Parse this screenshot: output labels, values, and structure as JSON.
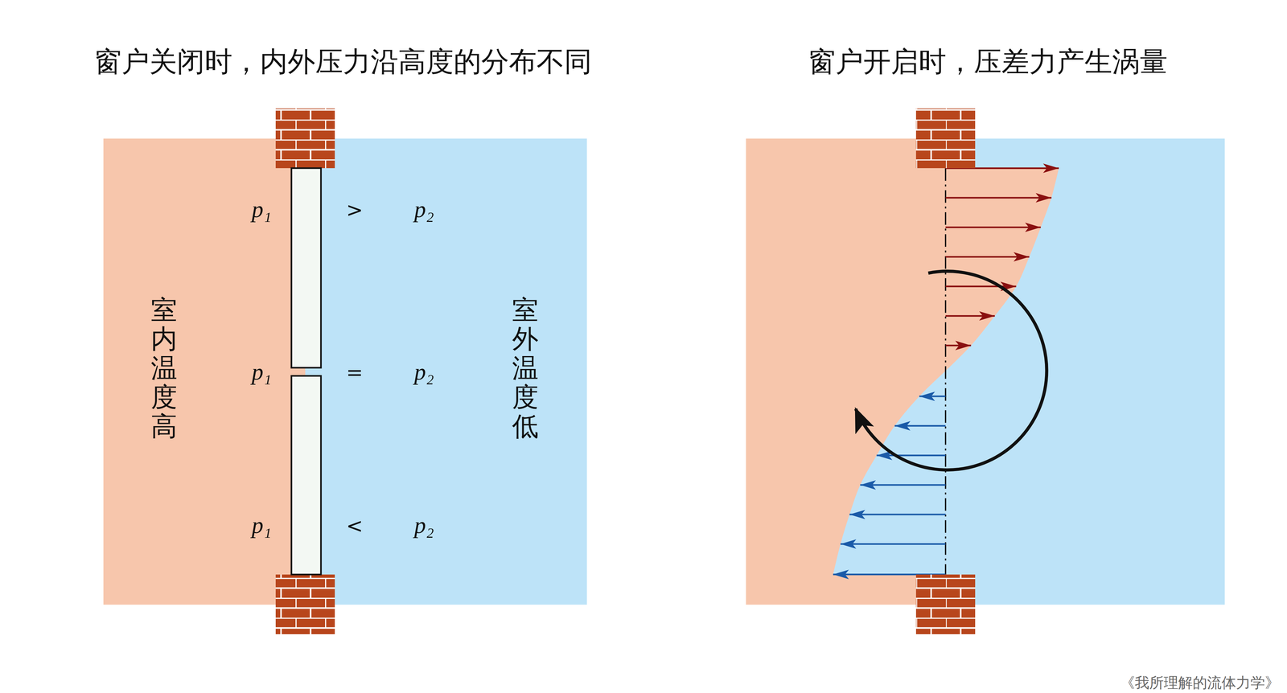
{
  "diagram": {
    "nodes": [
      {
        "text": [
          "室内温度高"
        ]
      },
      {
        "text": [
          "室外温度低"
        ]
      }
    ],
    "labels": [
      "窗户关闭时，内外压力沿高度的分布不同",
      "窗户开启时，压差力产生涡量",
      "p₁",
      ">",
      "p₂",
      "p₁",
      "=",
      "p₂",
      "p₁",
      "<",
      "p₂",
      "《我所理解的流体力学》"
    ]
  }
}
